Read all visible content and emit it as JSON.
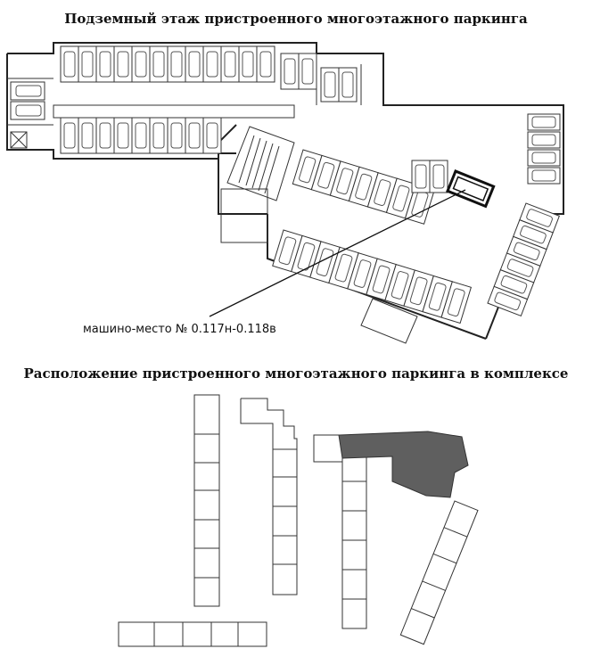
{
  "titles": {
    "top": "Подземный этаж пристроенного многоэтажного паркинга",
    "bottom": "Расположение пристроенного многоэтажного паркинга в комплексе"
  },
  "callout": {
    "label": "машино-место № 0.117н-0.118в"
  },
  "colors": {
    "line": "#222222",
    "highlight_fill": "#5f5f5f"
  }
}
